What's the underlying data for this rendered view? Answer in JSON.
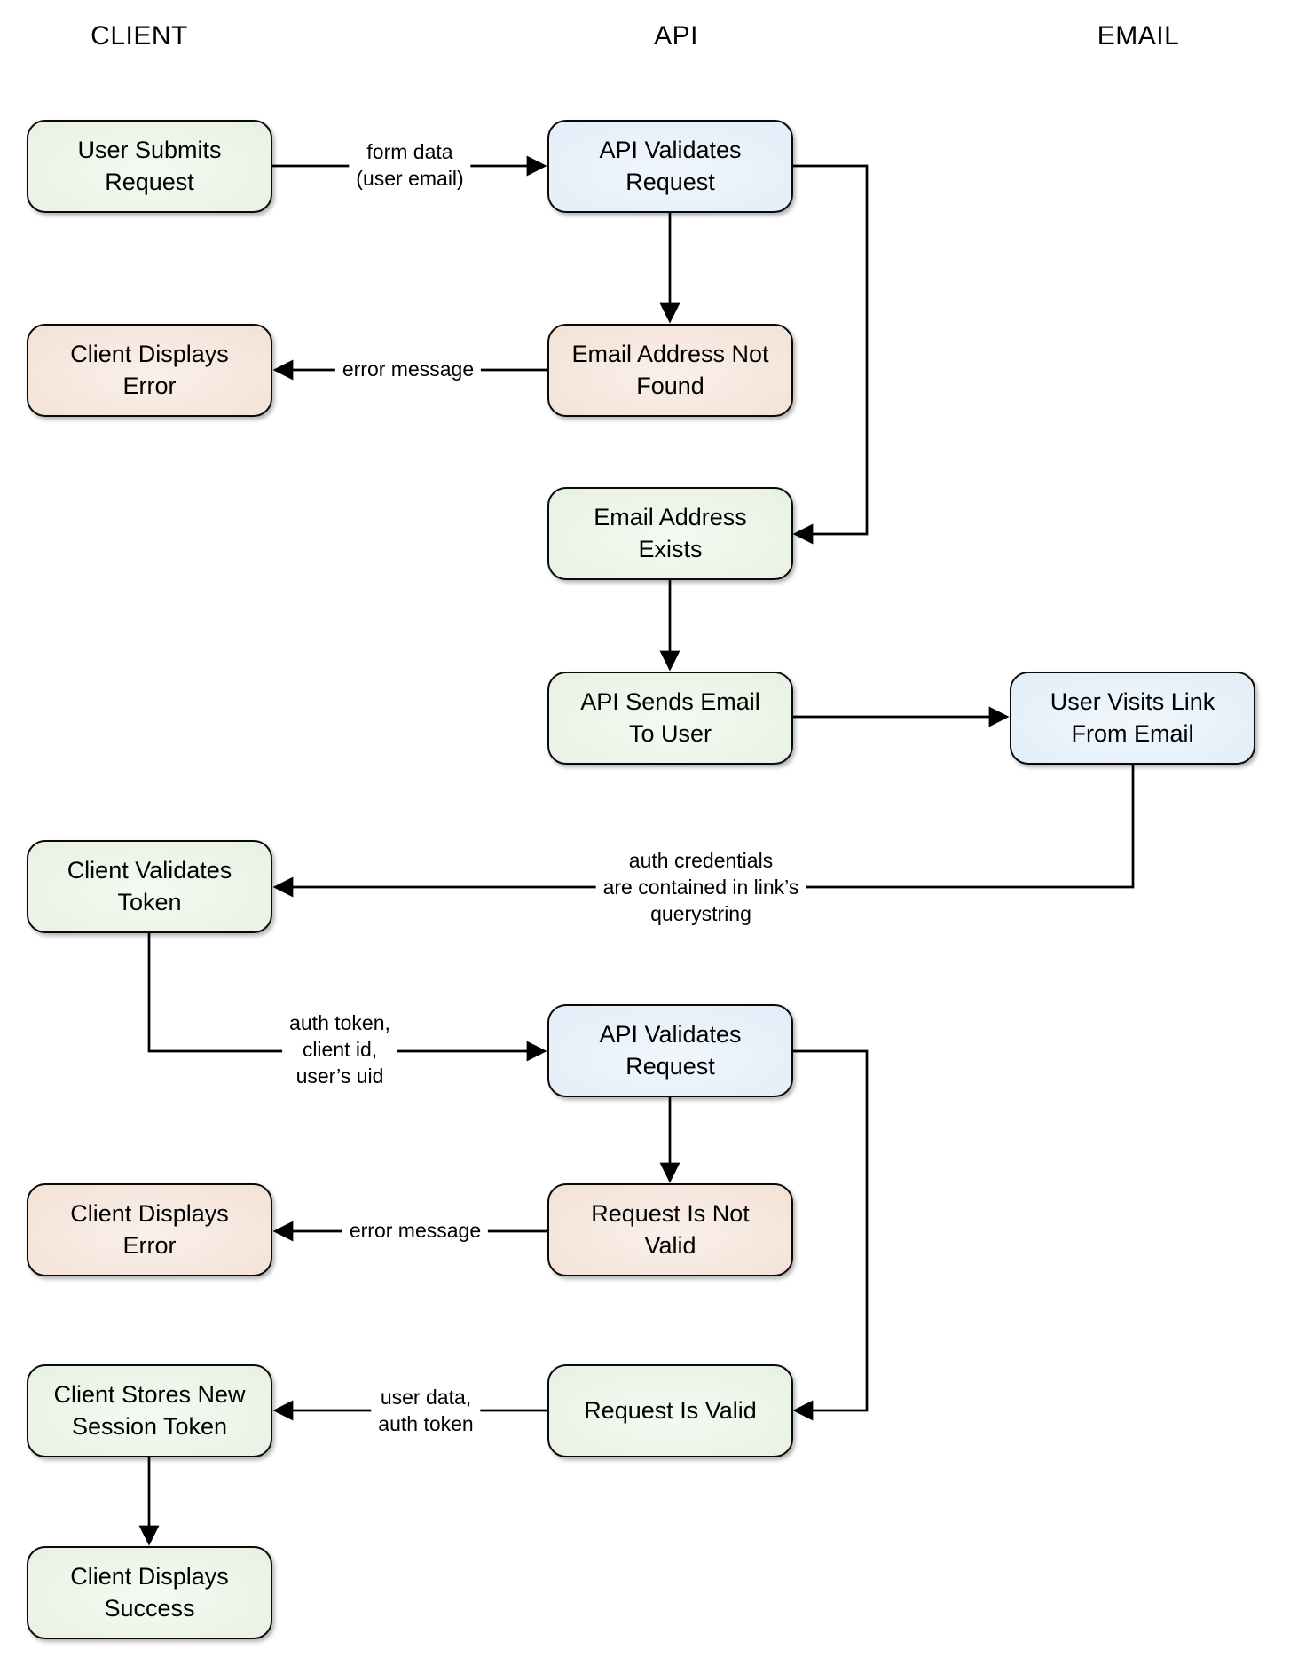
{
  "diagram": {
    "columns": {
      "client": "CLIENT",
      "api": "API",
      "email": "EMAIL"
    },
    "nodes": {
      "user_submits_request": {
        "label": "User Submits\nRequest",
        "color": "green"
      },
      "api_validates_request_1": {
        "label": "API Validates\nRequest",
        "color": "blue"
      },
      "client_displays_error_1": {
        "label": "Client Displays\nError",
        "color": "pink"
      },
      "email_address_not_found": {
        "label": "Email Address Not\nFound",
        "color": "pink"
      },
      "email_address_exists": {
        "label": "Email Address\nExists",
        "color": "green"
      },
      "api_sends_email_to_user": {
        "label": "API Sends Email\nTo User",
        "color": "green"
      },
      "user_visits_link_from_email": {
        "label": "User Visits Link\nFrom Email",
        "color": "blue"
      },
      "client_validates_token": {
        "label": "Client Validates\nToken",
        "color": "green"
      },
      "api_validates_request_2": {
        "label": "API Validates\nRequest",
        "color": "blue"
      },
      "client_displays_error_2": {
        "label": "Client Displays\nError",
        "color": "pink"
      },
      "request_is_not_valid": {
        "label": "Request Is Not\nValid",
        "color": "pink"
      },
      "client_stores_new_session_token": {
        "label": "Client Stores New\nSession Token",
        "color": "green"
      },
      "request_is_valid": {
        "label": "Request Is Valid",
        "color": "green"
      },
      "client_displays_success": {
        "label": "Client Displays\nSuccess",
        "color": "green"
      }
    },
    "edge_labels": {
      "form_data": "form data\n(user email)",
      "error_message_1": "error message",
      "auth_credentials": "auth credentials\nare contained in link’s\nquerystring",
      "auth_token": "auth token,\nclient id,\nuser’s uid",
      "error_message_2": "error message",
      "user_data": "user data,\nauth token"
    },
    "colors": {
      "green_fill": "#e3efdd",
      "blue_fill": "#dae8f5",
      "pink_fill": "#f2ddcf",
      "outline": "#000000",
      "background": "#ffffff"
    }
  }
}
